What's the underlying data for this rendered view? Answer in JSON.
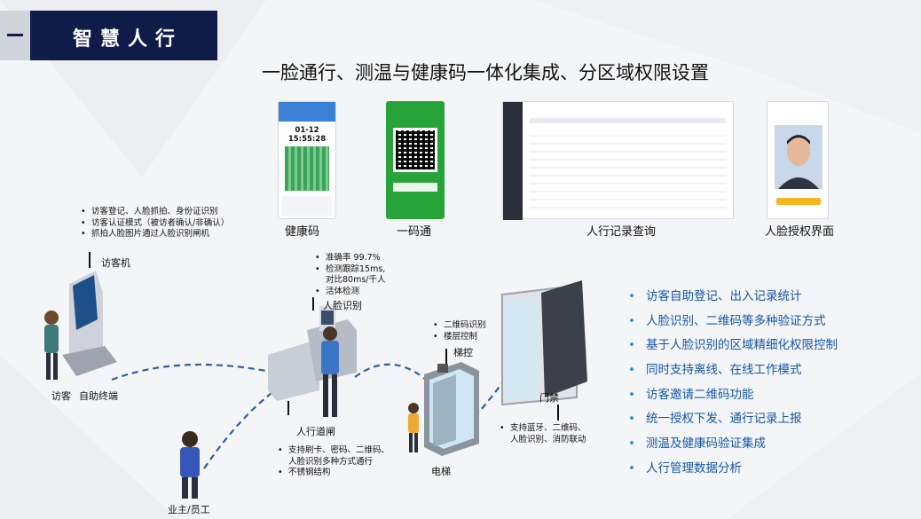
{
  "header": {
    "title": "智慧人行"
  },
  "main_title": "一脸通行、测温与健康码一体化集成、分区域权限设置",
  "screens": {
    "health_code": {
      "label": "健康码",
      "time": "01-12 15:55:28"
    },
    "one_code": {
      "label": "一码通"
    },
    "access_records": {
      "label": "人行记录查询"
    },
    "face_auth": {
      "label": "人脸授权界面"
    }
  },
  "notes": {
    "visitor_kiosk": [
      "访客登记、人脸抓拍、身份证识别",
      "访客认证模式（被访者确认/非确认）",
      "抓拍人脸图片通过人脸识别闸机"
    ],
    "face_recognition": [
      "准确率 99.7%",
      "检测跟踪15ms,",
      "对比80ms/千人",
      "活体检测"
    ],
    "elevator_control": [
      "二维码识别",
      "楼层控制"
    ],
    "gate": [
      "支持刷卡、密码、二维码、",
      "人脸识别多种方式通行",
      "不锈钢结构"
    ],
    "door": [
      "支持蓝牙、二维码、",
      "人脸识别、消防联动"
    ]
  },
  "labels": {
    "visitor_machine": "访客机",
    "visitor": "访客",
    "self_terminal": "自助终端",
    "face_recognition": "人脸识别",
    "pedestrian_gate": "人行道闸",
    "elevator_control": "梯控",
    "door_access": "门禁",
    "elevator": "电梯",
    "owner_staff": "业主/员工"
  },
  "features": [
    "访客自助登记、出入记录统计",
    "人脸识别、二维码等多种验证方式",
    "基于人脸识别的区域精细化权限控制",
    "同时支持离线、在线工作模式",
    "访客邀请二维码功能",
    "统一授权下发、通行记录上报",
    "测温及健康码验证集成",
    "人行管理数据分析"
  ],
  "colors": {
    "header_bg": "#0f1b48",
    "feature_text": "#1556a8",
    "bullet": "#1e8fd8",
    "dashed_path": "#2e5f9e"
  }
}
